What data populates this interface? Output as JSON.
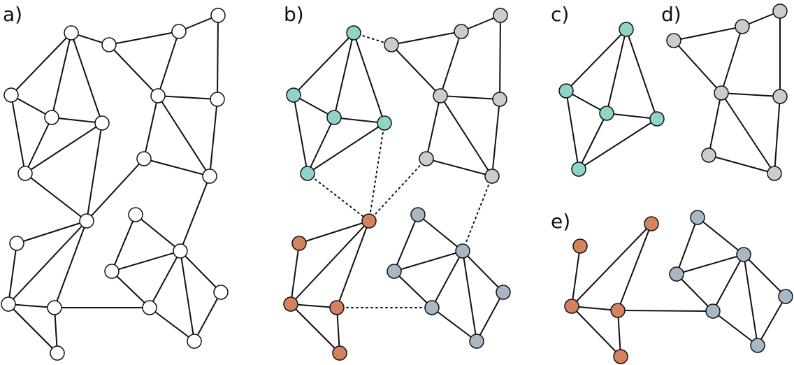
{
  "labels": {
    "a": "a)",
    "b": "b)",
    "c": "c)",
    "d": "d)",
    "e": "e)"
  },
  "colors": {
    "white": "#ffffff",
    "teal": "#8fd3c9",
    "gray": "#cccccc",
    "orange": "#d3835e",
    "blue": "#a9b6c4"
  }
}
